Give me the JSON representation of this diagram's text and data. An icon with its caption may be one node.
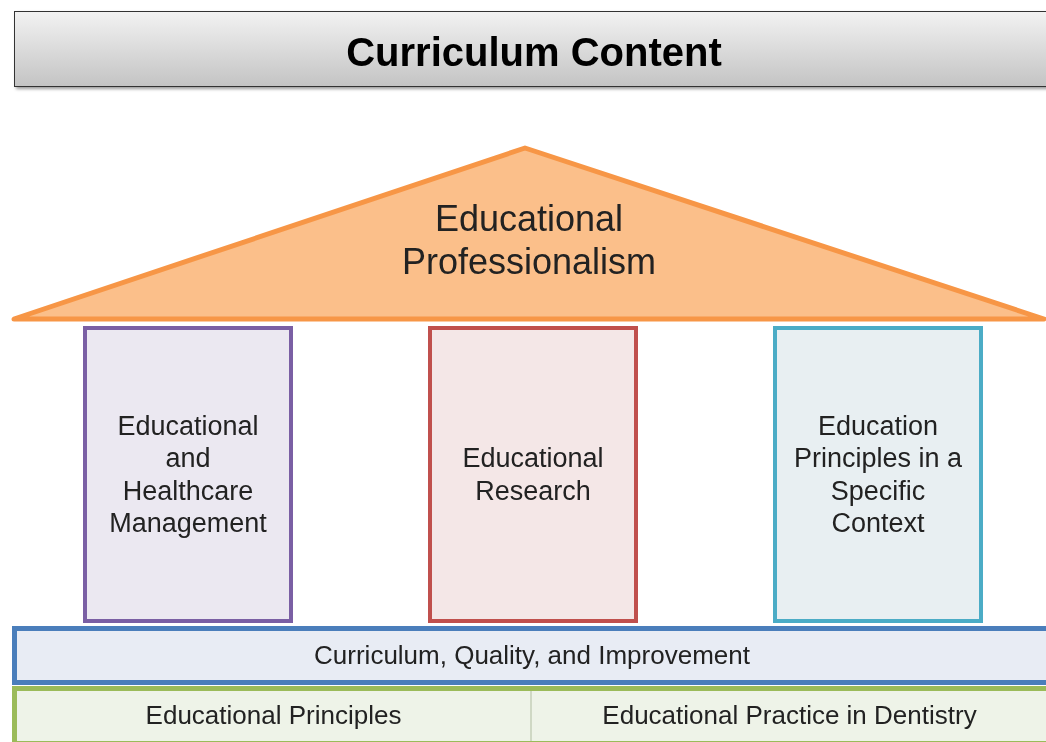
{
  "diagram": {
    "title": "Curriculum Content",
    "nodes": [
      {
        "text": [
          "Educational Professionalism"
        ]
      },
      {
        "text": [
          "Educational and Healthcare Management"
        ]
      },
      {
        "text": [
          "Educational Research"
        ]
      },
      {
        "text": [
          "Education Principles in a Specific Context"
        ]
      },
      {
        "text": [
          "Curriculum, Quality, and Improvement"
        ]
      },
      {
        "text": [],
        "shape": "box"
      },
      {
        "text": [
          "Educational Principles"
        ],
        "in": 5
      },
      {
        "text": [
          "Educational Practice in Dentistry"
        ],
        "in": 5
      }
    ]
  }
}
